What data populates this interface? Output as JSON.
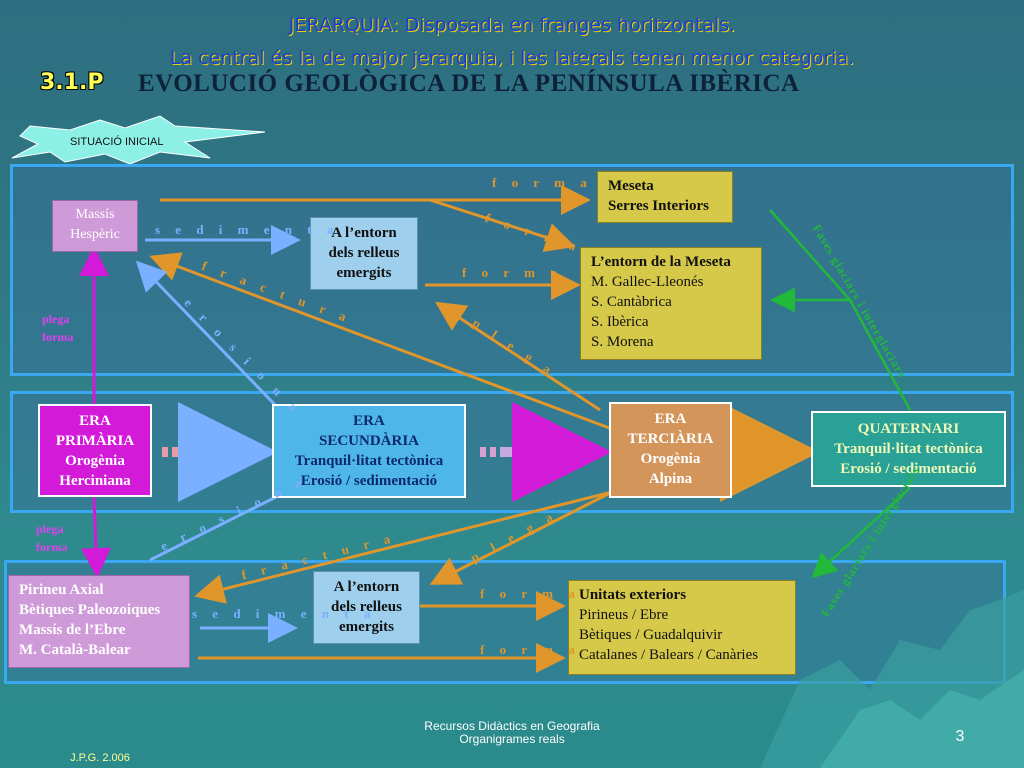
{
  "header": {
    "line1": "JERARQUIA: Disposada en franges horitzontals.",
    "line2": "La central és la de major jerarquia, i les laterals tenen menor categoria."
  },
  "title": {
    "section": "3.1.P",
    "text": "EVOLUCIÓ GEOLÒGICA DE LA PENÍNSULA IBÈRICA"
  },
  "badge": "SITUACIÓ INICIAL",
  "top_band": {
    "massis": [
      "Massís",
      "Hespèric"
    ],
    "entorn": [
      "A l’entorn",
      "dels relleus",
      "emergits"
    ],
    "meseta": [
      "Meseta",
      "Serres Interiors"
    ],
    "lentorn": [
      "L’entorn de la Meseta",
      "M. Gallec-Lleonés",
      "S. Cantàbrica",
      "S. Ibèrica",
      "S. Morena"
    ]
  },
  "middle_band": {
    "primaria": [
      "ERA",
      "PRIMÀRIA",
      "Orogènia",
      "Herciniana"
    ],
    "secundaria": [
      "ERA",
      "SECUNDÀRIA",
      "Tranquil·litat tectònica",
      "Erosió / sedimentació"
    ],
    "terciaria": [
      "ERA",
      "TERCIÀRIA",
      "Orogènia",
      "Alpina"
    ],
    "quaternari": [
      "QUATERNARI",
      "Tranquil·litat tectònica",
      "Erosió / sedimentació"
    ]
  },
  "bottom_band": {
    "pirineu": [
      "Pirineu Axial",
      "Bètiques Paleozoiques",
      "Massís de l’Ebre",
      "M. Català-Balear"
    ],
    "entorn": [
      "A l’entorn",
      "dels relleus",
      "emergits"
    ],
    "unitats": [
      "Unitats exteriors",
      "Pirineus / Ebre",
      "Bètiques / Guadalquivir",
      "Catalanes / Balears / Canàries"
    ]
  },
  "labels": {
    "forma": "f o r m a",
    "sedimenta": "s e d i m e n t a",
    "fractura": "f r a c t u r a",
    "erosiona": "e r o s i o n a",
    "plega": "p l e g a",
    "plega_forma_1": "plega",
    "plega_forma_2": "forma",
    "fases_glaciars": "Fases glaciars i interglaciars"
  },
  "footer": {
    "source_line1": "Recursos Didàctics en Geografia",
    "source_line2": "Organigrames reals",
    "page": "3",
    "author": "J.P.G.  2.006"
  },
  "colors": {
    "orange_arrow": "#e0962a",
    "blue_arrow": "#7ab0ff",
    "magenta_arrow": "#d21ad8",
    "green_arrow": "#22b83a",
    "band_border": "#3aa8f0"
  }
}
